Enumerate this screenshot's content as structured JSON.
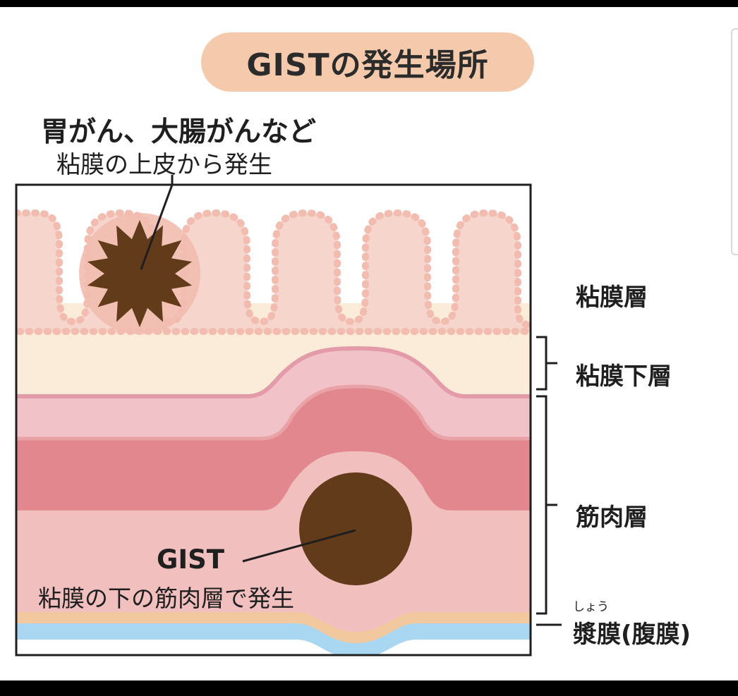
{
  "title": "GISTの発生場所",
  "top_callout": {
    "heading": "胃がん、大腸がんなど",
    "sub": "粘膜の上皮から発生"
  },
  "gist_callout": {
    "label": "GIST",
    "sub": "粘膜の下の筋肉層で発生"
  },
  "layers": {
    "mucosa": "粘膜層",
    "submucosa": "粘膜下層",
    "muscle": "筋肉層",
    "serosa": "漿膜(腹膜)",
    "serosa_reading": "しょう"
  },
  "colors": {
    "title_pill": "#f4c9ac",
    "mucosa_bg": "#fbecd9",
    "epithelium_cell": "#f2bdb0",
    "submucosa": "#f1c2c8",
    "muscle_dark": "#e1878d",
    "muscle_light": "#f0bfbe",
    "serosa_tan": "#f2c89e",
    "serosa_blue": "#a9d7f2",
    "tumor": "#623c1a"
  }
}
